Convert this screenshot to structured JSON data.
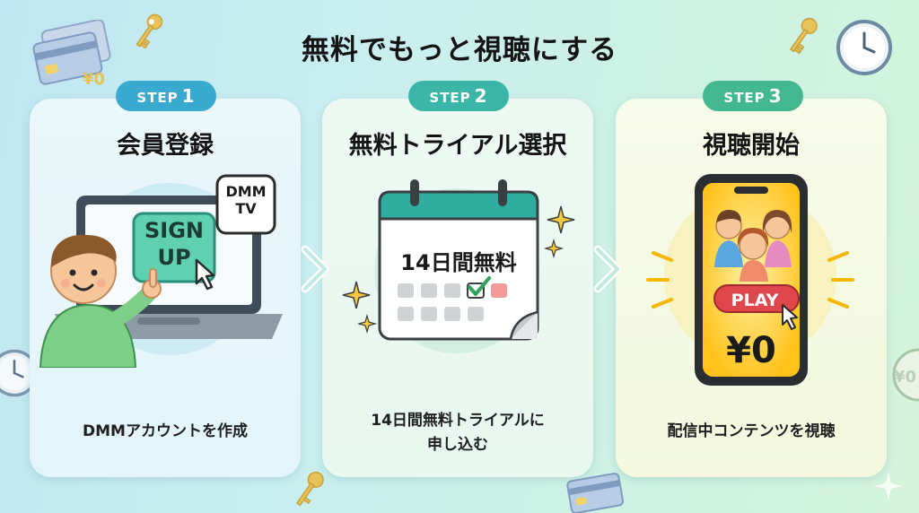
{
  "title": "無料でもっと視聴にする",
  "steps": [
    {
      "badge_label": "STEP",
      "badge_number": "1",
      "title": "会員登録",
      "description": "DMMアカウントを作成",
      "signup_line1": "SIGN",
      "signup_line2": "UP",
      "brand_line1": "DMM",
      "brand_line2": "TV"
    },
    {
      "badge_label": "STEP",
      "badge_number": "2",
      "title": "無料トライアル選択",
      "description_line1": "14日間無料トライアルに",
      "description_line2": "申し込む",
      "calendar_label": "14日間無料"
    },
    {
      "badge_label": "STEP",
      "badge_number": "3",
      "title": "視聴開始",
      "description": "配信中コンテンツを視聴",
      "play_label": "PLAY",
      "price_label": "¥0"
    }
  ],
  "decor": {
    "card_price_tl": "¥0",
    "card_price_br": "¥0"
  },
  "colors": {
    "step1": "#39a9cf",
    "step2": "#3bb5a8",
    "step3": "#43b790",
    "accent_teal": "#2fae9f",
    "play_red": "#e0474c"
  },
  "icons": [
    "credit-card-icon",
    "key-icon",
    "clock-icon",
    "sparkle-icon",
    "chevron-right-icon",
    "cursor-icon",
    "checkmark-icon"
  ]
}
